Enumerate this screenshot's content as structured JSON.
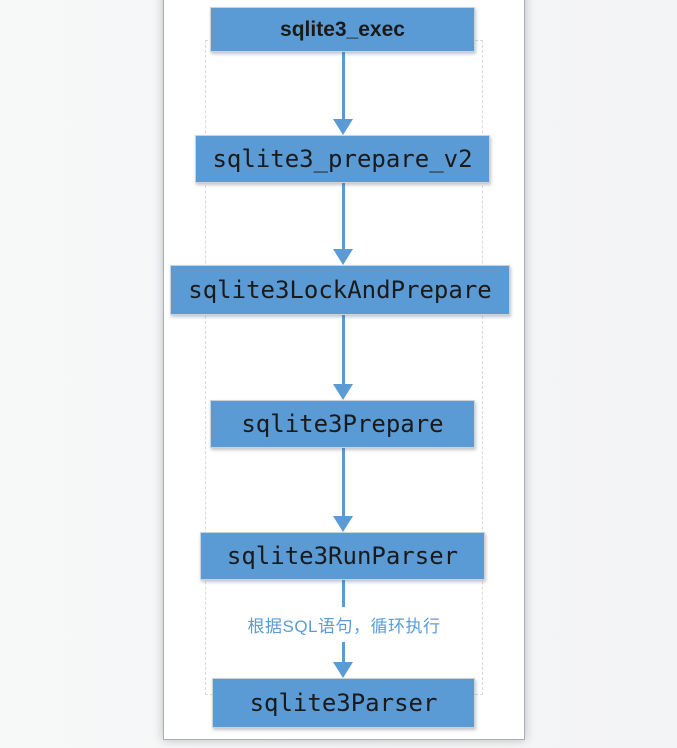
{
  "diagram": {
    "nodes": [
      {
        "label": "sqlite3_exec"
      },
      {
        "label": "sqlite3_prepare_v2"
      },
      {
        "label": "sqlite3LockAndPrepare"
      },
      {
        "label": "sqlite3Prepare"
      },
      {
        "label": "sqlite3RunParser"
      },
      {
        "label": "sqlite3Parser"
      }
    ],
    "edge_label": "根据SQL语句，循环执行",
    "colors": {
      "node_fill": "#5B9BD5",
      "accent_blue": "#5B9BD5",
      "node_text": "#1A1A1A",
      "panel_bg": "#FFFFFF",
      "dashed_border": "#D9DADC"
    }
  }
}
